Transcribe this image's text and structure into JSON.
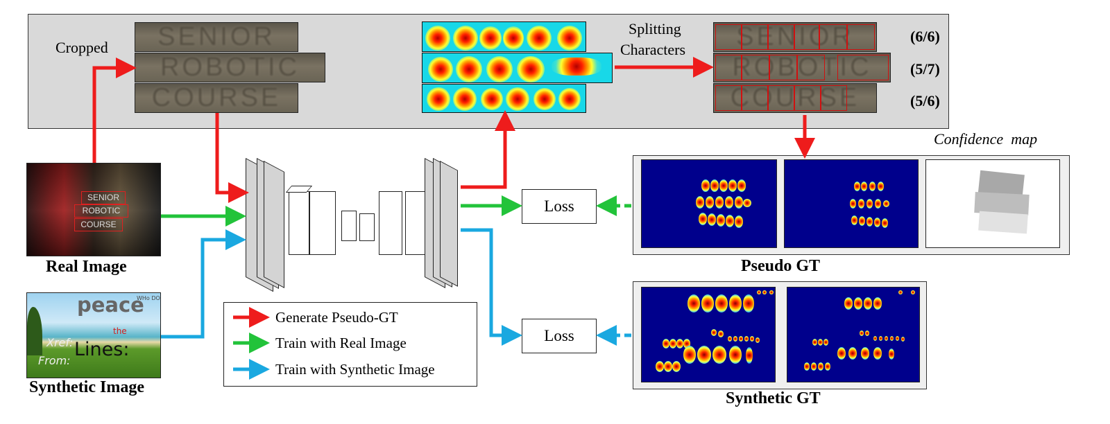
{
  "labels": {
    "cropped": "Cropped",
    "splitting_line1": "Splitting",
    "splitting_line2": "Characters",
    "confidence_map": "Confidence  map",
    "real_image": "Real  Image",
    "synthetic_image": "Synthetic Image",
    "pseudo_gt": "Pseudo GT",
    "synthetic_gt": "Synthetic GT",
    "loss_top": "Loss",
    "loss_bottom": "Loss"
  },
  "cropped_words": [
    "SENIOR",
    "ROBOTIC",
    "COURSE"
  ],
  "split_words": [
    "SENIOR",
    "ROBOTIC",
    "COURSE"
  ],
  "fractions": [
    "(6/6)",
    "(5/7)",
    "(5/6)"
  ],
  "real_image_text": [
    "SENIOR",
    "ROBOTIC",
    "COURSE"
  ],
  "synthetic_image_text": {
    "peace": "peace",
    "the": "the",
    "xref": "Xref:",
    "lines": "Lines:",
    "from": "From:",
    "corner": "WHo DO"
  },
  "legend": [
    {
      "text": "Generate Pseudo-GT",
      "color": "#ee1c1c"
    },
    {
      "text": "Train with Real Image",
      "color": "#22c33a"
    },
    {
      "text": "Train with Synthetic Image",
      "color": "#1aa8e0"
    }
  ],
  "colors": {
    "red": "#ee1c1c",
    "green": "#22c33a",
    "blue": "#1aa8e0"
  }
}
